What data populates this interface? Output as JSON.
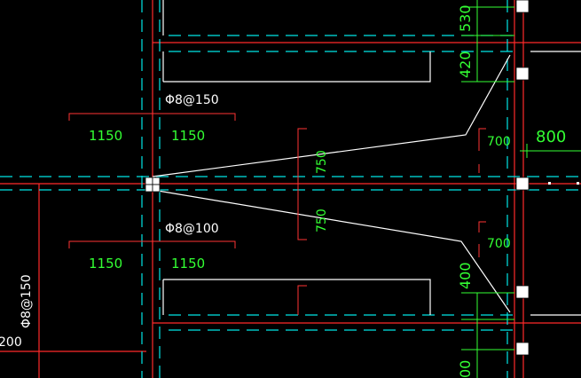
{
  "colors": {
    "background": "#000000",
    "axis_red": "#ff2a2a",
    "rebar_cyan": "#00e5e5",
    "dim_green": "#33ff33",
    "white": "#ffffff",
    "text_white": "#ffffff",
    "bracket_red": "#ff3333"
  },
  "labels": {
    "rebar_top": "Φ8@150",
    "rebar_bottom": "Φ8@100",
    "rebar_left": "Φ8@150",
    "left_partial": "200",
    "bottom_partial": "00"
  },
  "dimensions": {
    "top_left_a": "1150",
    "top_left_b": "1150",
    "bottom_left_a": "1150",
    "bottom_left_b": "1150",
    "mid_upper": "750",
    "mid_lower": "750",
    "right_upper": "700",
    "right_lower": "700",
    "right_far": "800",
    "top_right_a": "530",
    "top_right_b": "420",
    "lower_right": "400"
  }
}
